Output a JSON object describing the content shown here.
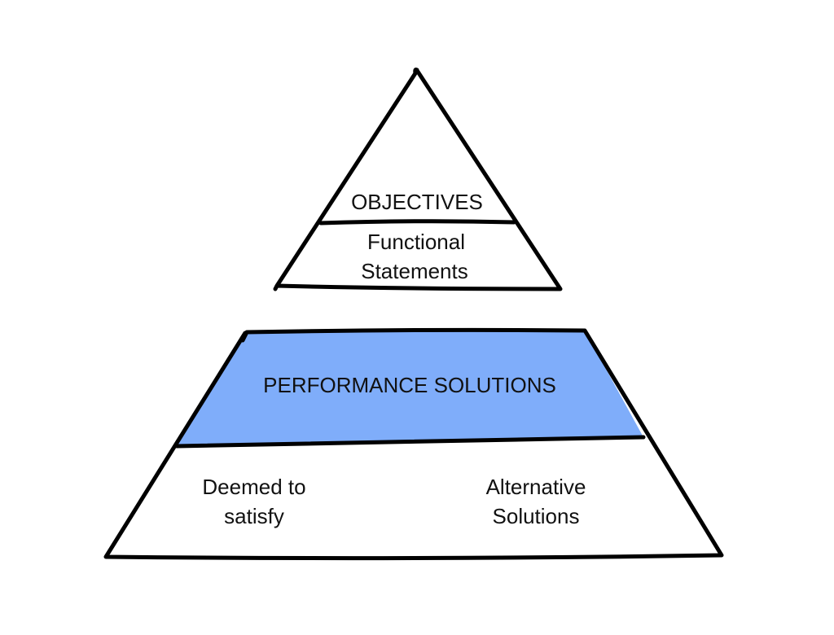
{
  "colors": {
    "performance_band": "#7fadfa",
    "outline": "#000000",
    "background": "#ffffff",
    "text": "#111111"
  },
  "top_triangle": {
    "objectives": "OBJECTIVES",
    "functional_line1": "Functional",
    "functional_line2": "Statements"
  },
  "bottom_trapezoid": {
    "performance": "PERFORMANCE SOLUTIONS",
    "deemed_line1": "Deemed to",
    "deemed_line2": "satisfy",
    "alternative_line1": "Alternative",
    "alternative_line2": "Solutions"
  }
}
